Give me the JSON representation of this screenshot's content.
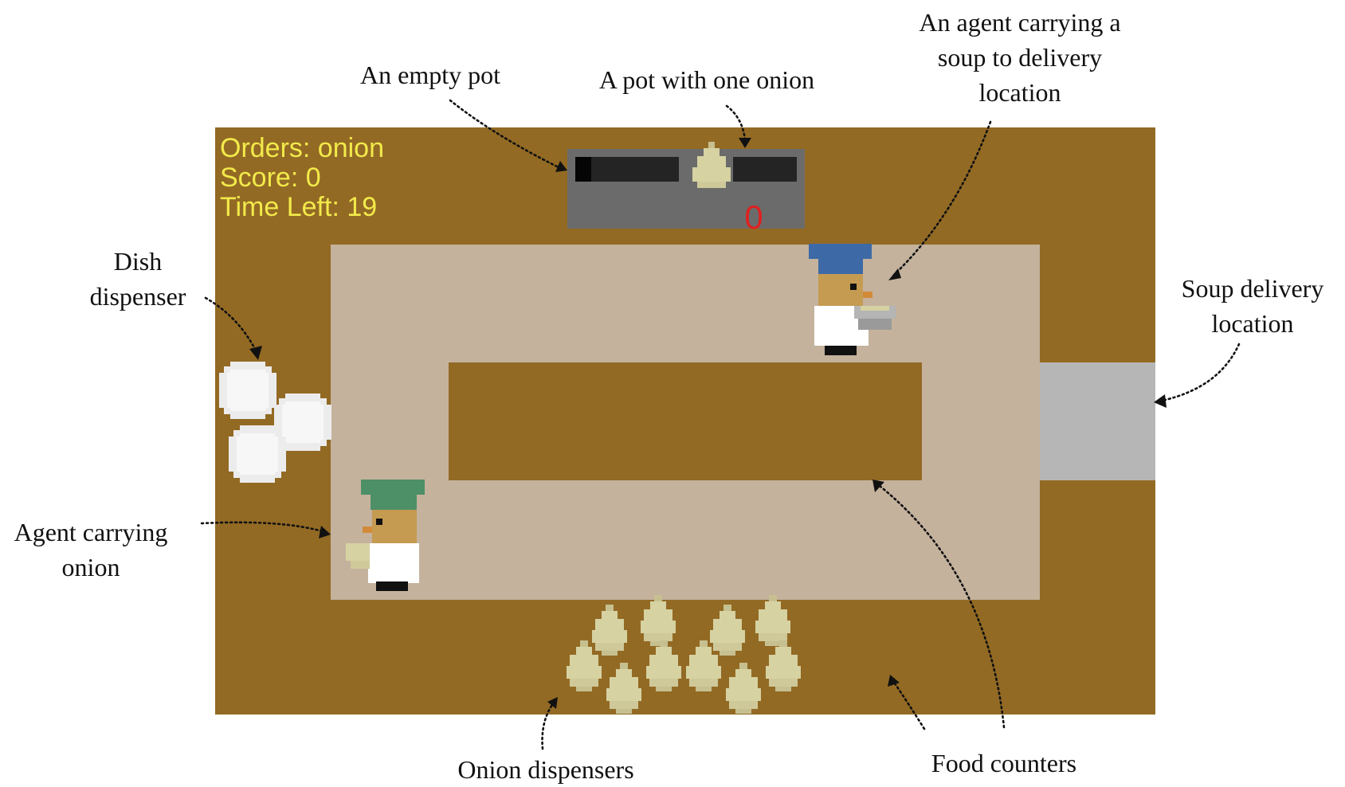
{
  "hud": {
    "orders": "Orders: onion",
    "score": "Score: 0",
    "time_left": "Time Left: 19"
  },
  "pot": {
    "counter_value": "0"
  },
  "annotations": {
    "empty_pot": "An empty pot",
    "pot_one_onion": "A pot with one onion",
    "agent_soup_1": "An agent carrying a",
    "agent_soup_2": "soup to delivery",
    "agent_soup_3": "location",
    "dish_1": "Dish",
    "dish_2": "dispenser",
    "soup_delivery_1": "Soup delivery",
    "soup_delivery_2": "location",
    "agent_onion_1": "Agent carrying",
    "agent_onion_2": "onion",
    "onion_dispensers": "Onion dispensers",
    "food_counters": "Food counters"
  },
  "colors": {
    "counter_brown": "#936a24",
    "floor_tan": "#c4b29d",
    "pot_grey": "#6b6b6b",
    "delivery_grey": "#b6b6b6",
    "hud_yellow": "#f2ea4a",
    "blue_hat": "#3d6aa6",
    "green_hat": "#4d8f67",
    "onion": "#d6d2a2"
  }
}
